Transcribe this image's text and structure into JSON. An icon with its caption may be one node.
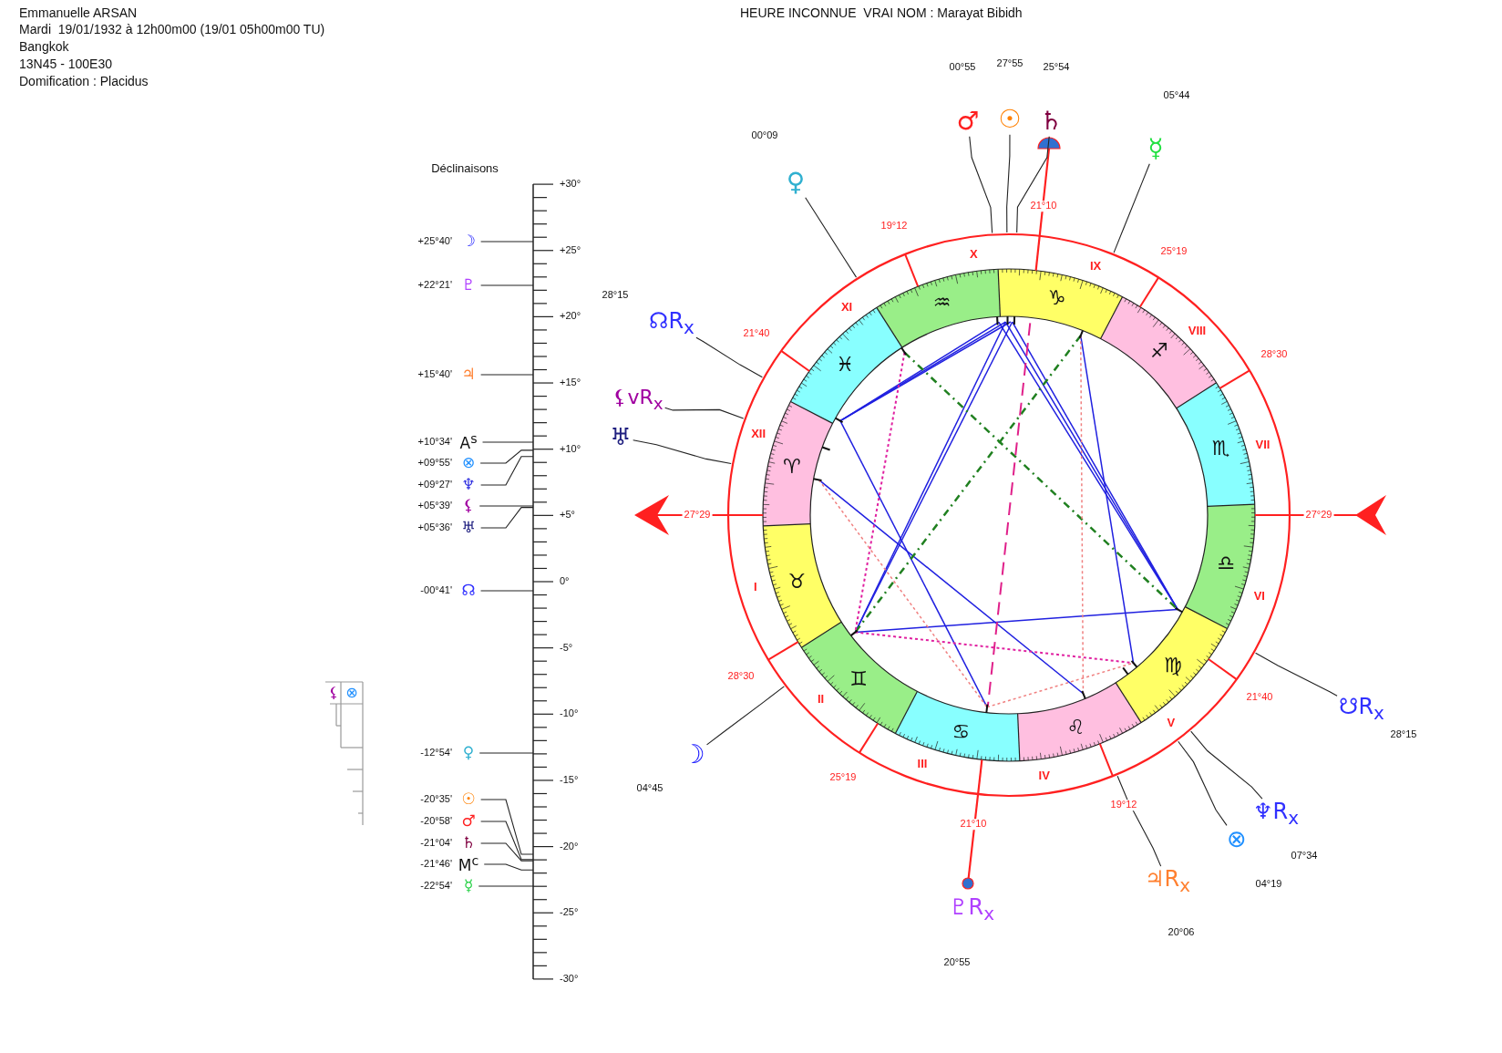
{
  "diagram": {
    "nodes": [
      {
        "text": [
          "☽"
        ]
      },
      {
        "text": [
          "♇"
        ]
      },
      {
        "text": [
          "♃"
        ]
      },
      {
        "text": [
          "A$^{s}$"
        ]
      },
      {
        "text": [
          "⊗"
        ]
      },
      {
        "text": [
          "♆"
        ]
      },
      {
        "text": [
          "⚸"
        ]
      },
      {
        "text": [
          "♅"
        ]
      },
      {
        "text": [
          "☊"
        ]
      },
      {
        "text": [
          "♀"
        ]
      },
      {
        "text": [
          "☉"
        ]
      },
      {
        "text": [
          "♂"
        ]
      },
      {
        "text": [
          "♄"
        ]
      },
      {
        "text": [
          "M$^{c}$"
        ]
      },
      {
        "text": [
          "☿"
        ]
      },
      {
        "text": [
          "♂"
        ]
      },
      {
        "text": [
          "☉"
        ]
      },
      {
        "text": [
          "♄"
        ]
      },
      {
        "text": [
          "☿"
        ]
      },
      {
        "text": [
          "♀"
        ]
      },
      {
        "text": [
          "☊R$_{x}$"
        ]
      },
      {
        "text": [
          "⚸vR$_{x}$"
        ]
      },
      {
        "text": [
          "♅"
        ]
      },
      {
        "text": [
          "☽"
        ]
      },
      {
        "text": [
          "♃R$_{x}$"
        ]
      },
      {
        "text": [
          "⊗"
        ]
      },
      {
        "text": [
          "♆R$_{x}$"
        ]
      },
      {
        "text": [
          "☋R$_{x}$"
        ]
      },
      {
        "text": [],
        "shape": "bar"
      }
    ],
    "edges": [
      {
        "from": 0,
        "to": 28,
        "arrow": "none"
      },
      {
        "from": 1,
        "to": 28,
        "arrow": "none"
      },
      {
        "from": 2,
        "to": 28,
        "arrow": "none"
      },
      {
        "from": 3,
        "to": 28,
        "arrow": "none"
      },
      {
        "from": 4,
        "to": 28,
        "arrow": "none"
      },
      {
        "from": 5,
        "to": 28,
        "arrow": "none"
      },
      {
        "from": 6,
        "to": 28,
        "arrow": "none"
      },
      {
        "from": 7,
        "to": 28,
        "arrow": "none"
      },
      {
        "from": 8,
        "to": 28,
        "arrow": "none"
      },
      {
        "from": 9,
        "to": 28,
        "arrow": "none"
      },
      {
        "from": 10,
        "to": 28,
        "arrow": "none"
      },
      {
        "from": 11,
        "to": 28,
        "arrow": "none"
      },
      {
        "from": 12,
        "to": 28,
        "arrow": "none"
      },
      {
        "from": 13,
        "to": 28,
        "arrow": "none"
      },
      {
        "from": 14,
        "to": 28,
        "arrow": "none"
      },
      {
        "from": 15,
        "to": null,
        "arrow": "none"
      },
      {
        "from": 16,
        "to": null,
        "arrow": "none"
      },
      {
        "from": 17,
        "to": null,
        "arrow": "none"
      },
      {
        "from": 18,
        "to": null,
        "arrow": "none"
      },
      {
        "from": 19,
        "to": null,
        "arrow": "none"
      },
      {
        "from": 20,
        "to": null,
        "arrow": "none"
      },
      {
        "from": 21,
        "to": null,
        "arrow": "none"
      },
      {
        "from": 22,
        "to": null,
        "arrow": "none"
      },
      {
        "from": 23,
        "to": null,
        "arrow": "none"
      },
      {
        "from": 24,
        "to": null,
        "arrow": "none"
      },
      {
        "from": 25,
        "to": null,
        "arrow": "none"
      },
      {
        "from": 26,
        "to": null,
        "arrow": "none"
      },
      {
        "from": 27,
        "to": null,
        "arrow": "none"
      }
    ],
    "labels": [
      "Emmanuelle ARSAN",
      "Mardi  19/01/1932 à 12h00m00 (19/01 05h00m00 TU)",
      "Bangkok",
      "13N45 - 100E30",
      "Domification : Placidus",
      "HEURE INCONNUE  VRAI NOM : Marayat Bibidh",
      "Déclinaisons",
      "+25°40'",
      "+22°21'",
      "+15°40'",
      "+10°34'",
      "+09°55'",
      "+09°27'",
      "+05°39'",
      "+05°36'",
      "-00°41'",
      "-12°54'",
      "-20°35'",
      "-20°58'",
      "-21°04'",
      "-21°46'",
      "-22°54'",
      "+30°",
      "+25°",
      "+20°",
      "+15°",
      "+10°",
      "+5°",
      "0°",
      "-5°",
      "-10°",
      "-15°",
      "-20°",
      "-25°",
      "-30°",
      "⚸",
      "⊗",
      "00°55",
      "27°55",
      "25°54",
      "05°44",
      "00°09",
      "21°10",
      "19°12",
      "25°19",
      "28°15",
      "21°40",
      "28°30",
      "27°29",
      "27°29",
      "28°30",
      "21°40",
      "28°15",
      "25°19",
      "04°45",
      "19°12",
      "21°10",
      "07°34",
      "04°19",
      "♇R$_{x}$",
      "20°06",
      "20°55",
      "X",
      "XI",
      "XII",
      "I",
      "II",
      "III",
      "IV",
      "V",
      "VI",
      "VII",
      "VIII",
      "IX",
      "♈",
      "♉",
      "♊",
      "♋",
      "♌",
      "♍",
      "♎",
      "♏",
      "♐",
      "♑",
      "♒",
      "♓"
    ]
  }
}
